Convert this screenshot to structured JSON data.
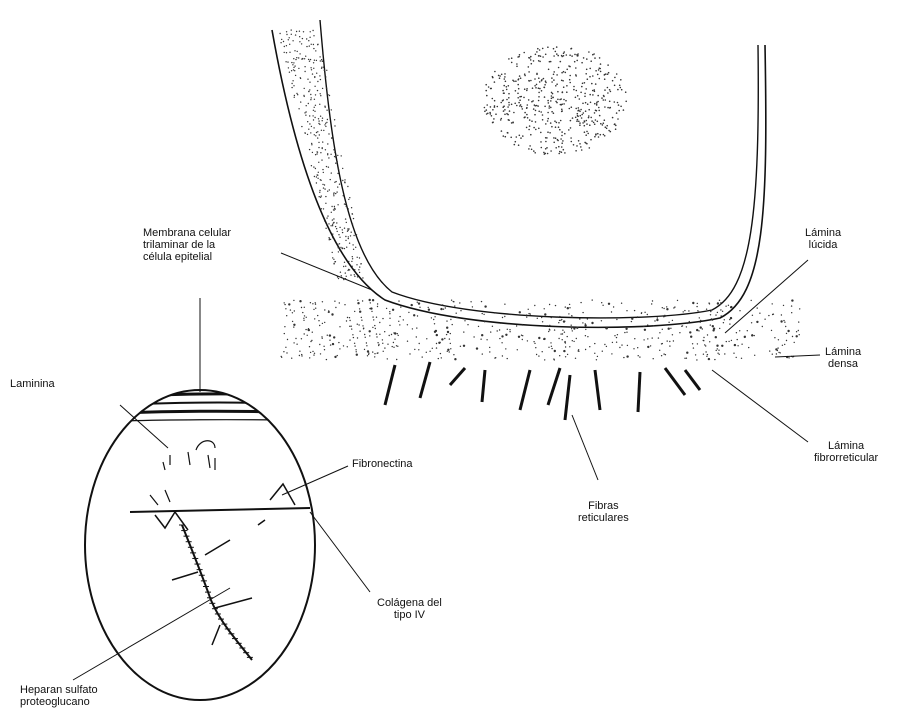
{
  "labels": {
    "membrana": [
      "Membrana celular",
      "trilaminar de la",
      "célula epitelial"
    ],
    "lamina_lucida": [
      "Lámina",
      "lúcida"
    ],
    "lamina_densa": [
      "Lámina",
      "densa"
    ],
    "lamina_fibrorreticular": [
      "Lámina",
      "fibrorreticular"
    ],
    "fibras_reticulares": [
      "Fibras",
      "reticulares"
    ],
    "laminina": "Laminina",
    "fibronectina": "Fibronectina",
    "colagena": [
      "Colágena del",
      "tipo IV"
    ],
    "heparan": [
      "Heparan sulfato",
      "proteoglucano"
    ]
  }
}
